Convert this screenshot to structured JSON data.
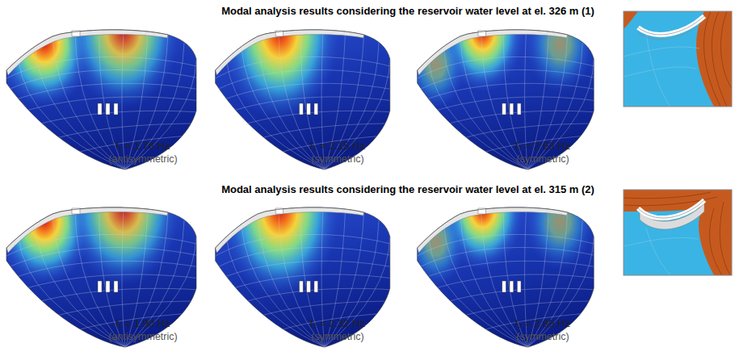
{
  "diagram": {
    "labels": [
      "Modal analysis results considering the reservoir water level at el. 326 m (1)",
      "f₁ = 1.76 Hz",
      "(antisymmetric)",
      "f₂ = 2.15 Hz",
      "(symmetric)",
      "f₃ = 2.63 Hz",
      "(symmetric)",
      "Modal analysis results considering the reservoir water level at el. 315 m (2)",
      "f₁ = 1.90 Hz",
      "(antisymmetric)",
      "f₂ = 2.32 Hz",
      "(symmetric)",
      "f₃ = 2.85 Hz",
      "(symmetric)"
    ]
  }
}
